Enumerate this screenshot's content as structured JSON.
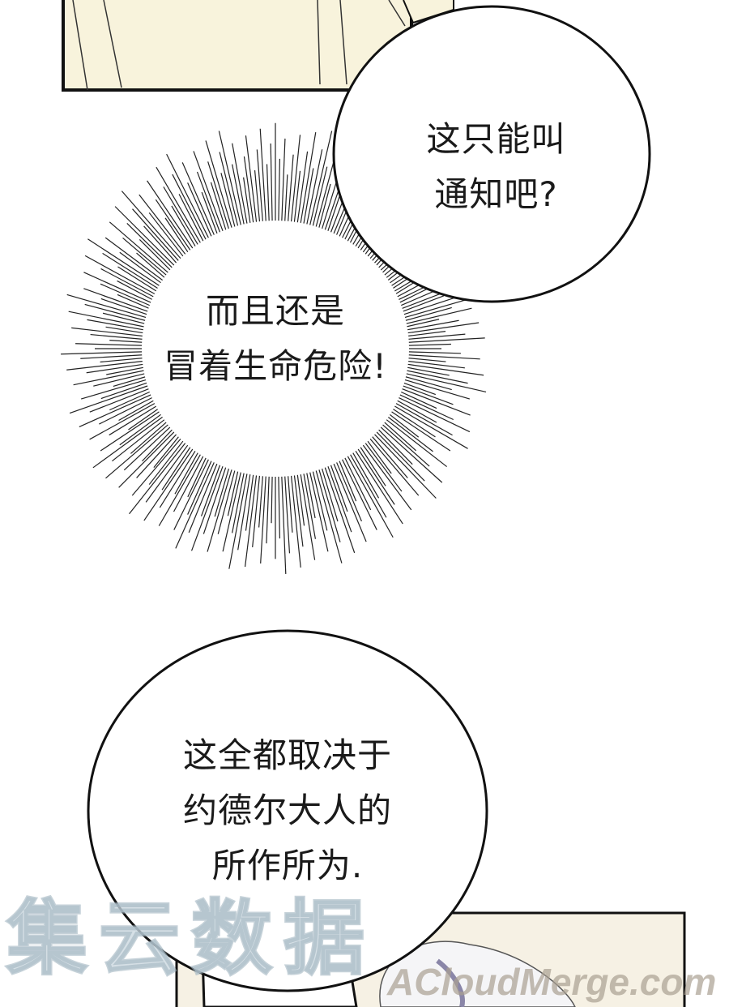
{
  "panels": {
    "top_bubble": {
      "lines": [
        "这只能叫",
        "通知吧?"
      ]
    },
    "burst_bubble": {
      "lines": [
        "而且还是",
        "冒着生命危险!"
      ]
    },
    "bottom_bubble": {
      "lines": [
        "这全都取决于",
        "约德尔大人的",
        "所作所为."
      ]
    }
  },
  "watermark": {
    "chinese": "集云数据",
    "latin": "ACloudMerge.com"
  },
  "colors": {
    "panel_bg": "#f8f3dc",
    "ink": "#1a1a1a"
  }
}
